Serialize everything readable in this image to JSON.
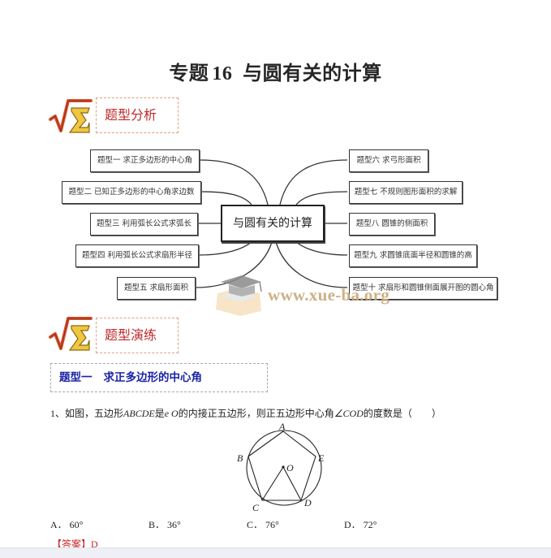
{
  "title": {
    "prefix": "专题",
    "number": "16",
    "text": "与圆有关的计算"
  },
  "sections": {
    "analysis": {
      "label": "题型分析",
      "icon": "sqrt-sigma-icon"
    },
    "practice": {
      "label": "题型演练",
      "icon": "sqrt-sigma-icon"
    }
  },
  "mindmap": {
    "center": "与圆有关的计算",
    "left_nodes": [
      {
        "label": "题型一  求正多边形的中心角"
      },
      {
        "label": "题型二  已知正多边形的中心角求边数"
      },
      {
        "label": "题型三  利用弧长公式求弧长"
      },
      {
        "label": "题型四  利用弧长公式求扇形半径"
      },
      {
        "label": "题型五  求扇形面积"
      }
    ],
    "right_nodes": [
      {
        "label": "题型六  求弓形面积"
      },
      {
        "label": "题型七  不规则图形面积的求解"
      },
      {
        "label": "题型八  圆锥的侧面积"
      },
      {
        "label": "题型九  求圆锥底面半径和圆锥的高"
      },
      {
        "label": "题型十  求扇形和圆锥侧面展开图的圆心角"
      }
    ]
  },
  "watermark": {
    "text": "www.xue-ba.org"
  },
  "type_heading": {
    "label": "题型一",
    "title": "求正多边形的中心角"
  },
  "question": {
    "number": "1、",
    "text_a": "如图，五边形",
    "shape": "ABCDE",
    "text_b": "是",
    "circle": "e O",
    "text_c": "的内接正五边形，则正五边形中心角",
    "angle": "∠COD",
    "text_d": "的度数是（　　）"
  },
  "figure": {
    "labels": {
      "A": "A",
      "B": "B",
      "C": "C",
      "D": "D",
      "E": "E",
      "O": "O"
    }
  },
  "options": [
    {
      "key": "A．",
      "value": "60°"
    },
    {
      "key": "B．",
      "value": "36°"
    },
    {
      "key": "C．",
      "value": "76°"
    },
    {
      "key": "D．",
      "value": "72°"
    }
  ],
  "answer": {
    "label": "【答案】",
    "value": "D"
  }
}
